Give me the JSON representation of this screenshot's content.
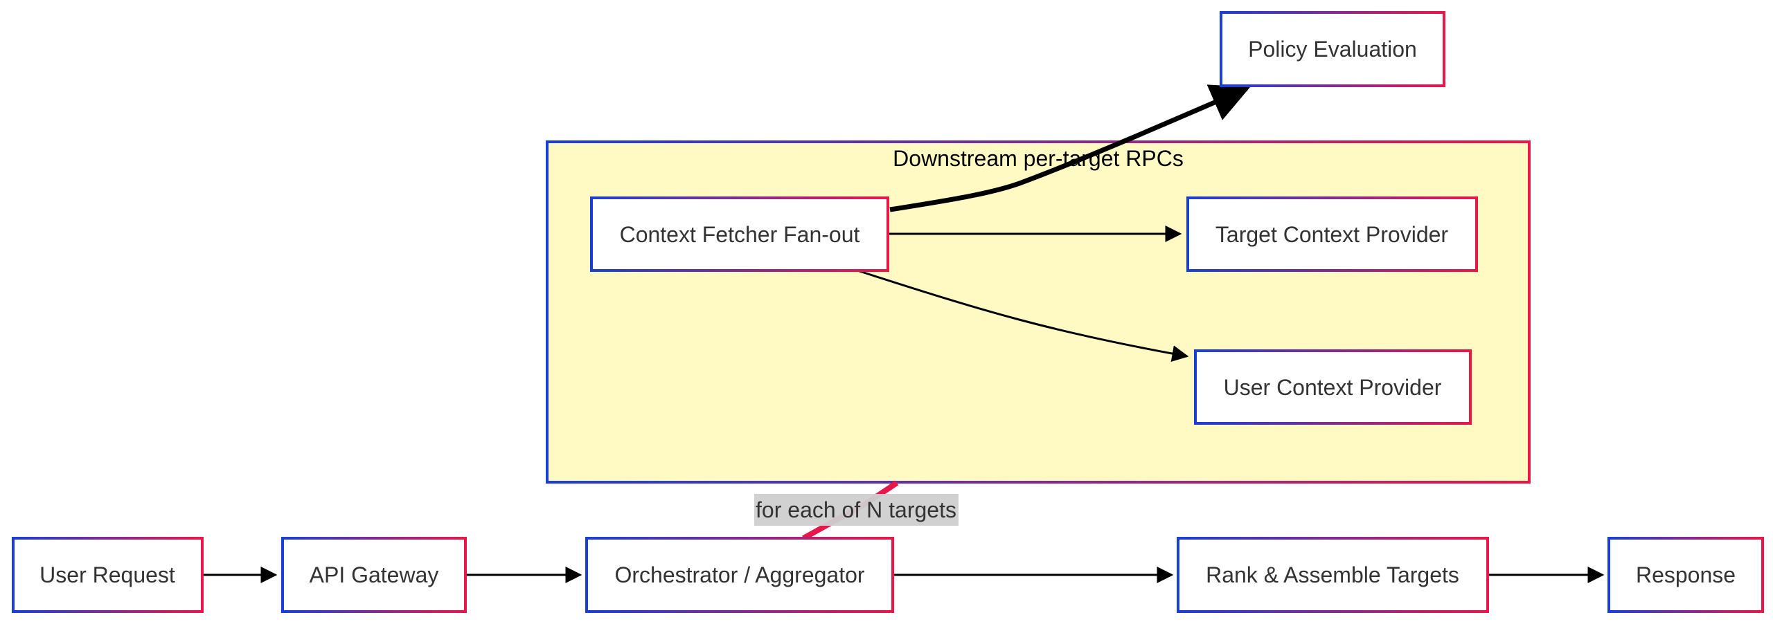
{
  "colors": {
    "node_border_start": "#1a3fd6",
    "node_border_end": "#e8174a",
    "node_fill": "#ffffff",
    "cluster_fill": "#fff9c4",
    "edge": "#000000",
    "edge_highlight": "#e8174a",
    "edge_label_bg": "#cfcfcf"
  },
  "cluster": {
    "label": "Downstream per-target RPCs"
  },
  "nodes": {
    "user_request": "User Request",
    "api_gateway": "API Gateway",
    "orchestrator": "Orchestrator / Aggregator",
    "rank_assemble": "Rank & Assemble Targets",
    "response": "Response",
    "context_fetcher": "Context Fetcher Fan-out",
    "target_context": "Target Context Provider",
    "user_context": "User Context Provider",
    "policy_evaluation": "Policy Evaluation"
  },
  "edges": {
    "orchestrator_to_fanout_label": "for each of N targets"
  }
}
